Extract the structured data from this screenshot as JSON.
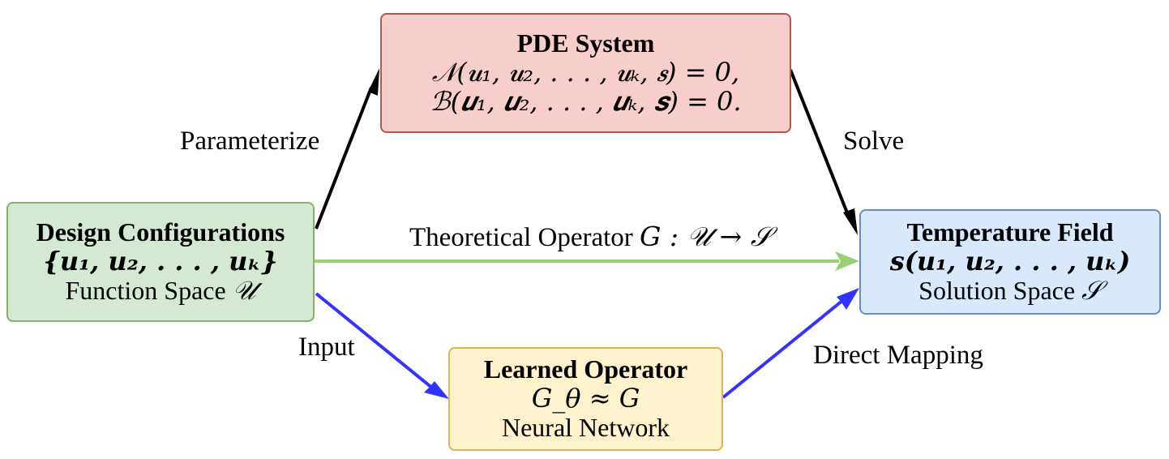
{
  "colors": {
    "pde_fill": "#f8cecc",
    "pde_border": "#b85450",
    "design_fill": "#d5e8d4",
    "design_border": "#82b366",
    "temp_fill": "#dae8fc",
    "temp_border": "#6c8ebf",
    "learned_fill": "#fff2cc",
    "learned_border": "#d6b656",
    "arrow_black": "#000000",
    "arrow_green": "#97d077",
    "arrow_blue": "#3333ff"
  },
  "nodes": {
    "pde": {
      "title": "PDE System",
      "line1": "𝒩(𝒖₁, 𝒖₂, . . . , 𝒖ₖ, 𝒔) = 0,",
      "line2": "ℬ(𝒖₁, 𝒖₂, . . . , 𝒖ₖ, 𝒔) = 0."
    },
    "design": {
      "title": "Design Configurations",
      "line1": "{𝒖₁, 𝒖₂, . . . , 𝒖ₖ}",
      "line2_text": "Function Space ",
      "line2_math": "𝒰"
    },
    "temperature": {
      "title": "Temperature Field",
      "line1": "𝒔(𝒖₁, 𝒖₂, . . . , 𝒖ₖ)",
      "line2_text": "Solution Space ",
      "line2_math": "𝒮"
    },
    "learned": {
      "title": "Learned Operator",
      "line1": "G_θ ≈ G",
      "line2": "Neural Network"
    }
  },
  "edges": {
    "parameterize": "Parameterize",
    "solve": "Solve",
    "theoretical_text": "Theoretical Operator ",
    "theoretical_math": "G : 𝒰 → 𝒮",
    "input": "Input",
    "direct_mapping": "Direct Mapping"
  }
}
